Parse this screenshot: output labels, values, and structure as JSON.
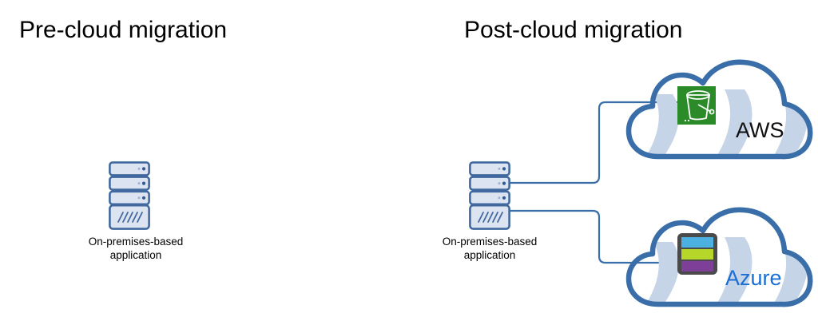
{
  "diagram": {
    "title_left": "Pre-cloud migration",
    "title_right": "Post-cloud migration",
    "background_color": "#ffffff",
    "panels": [
      {
        "name": "pre-cloud-migration",
        "title": "Pre-cloud migration",
        "server": {
          "icon": "server-rack-icon",
          "caption": "On-premises-based\napplication",
          "caption_line1": "On-premises-based",
          "caption_line2": "application",
          "bays": 3,
          "body_pattern": "diagonal-slashes",
          "fill_color": "#dde4f1",
          "border_color": "#41699f"
        },
        "clouds": [],
        "connectors": []
      },
      {
        "name": "post-cloud-migration",
        "title": "Post-cloud migration",
        "server": {
          "icon": "server-rack-icon",
          "caption": "On-premises-based\napplication",
          "caption_line1": "On-premises-based",
          "caption_line2": "application",
          "bays": 3,
          "body_pattern": "diagonal-slashes",
          "fill_color": "#dde4f1",
          "border_color": "#41699f"
        },
        "clouds": [
          {
            "name": "aws-cloud",
            "label": "AWS",
            "label_color": "#111111",
            "outline_color": "#3a6ea8",
            "swoosh_color": "#c6d4e8",
            "service_icon": {
              "name": "s3-bucket-icon",
              "service": "Amazon S3",
              "fill_color": "#2c8b29",
              "glyph_color": "#ffffff"
            }
          },
          {
            "name": "azure-cloud",
            "label": "Azure",
            "label_color": "#1a6fd4",
            "outline_color": "#3a6ea8",
            "swoosh_color": "#c6d4e8",
            "service_icon": {
              "name": "azure-storage-icon",
              "service": "Azure Storage",
              "frame_color": "#4a4a4a",
              "band_colors": [
                "#4cb1e0",
                "#b6d629",
                "#7e3f98"
              ]
            }
          }
        ],
        "connectors": [
          {
            "name": "connector-server-to-aws",
            "from": "on-premises-server",
            "to": "aws-cloud",
            "style": "elbow",
            "color": "#3a6ea8"
          },
          {
            "name": "connector-server-to-azure",
            "from": "on-premises-server",
            "to": "azure-cloud",
            "style": "elbow",
            "color": "#3a6ea8"
          }
        ]
      }
    ]
  }
}
